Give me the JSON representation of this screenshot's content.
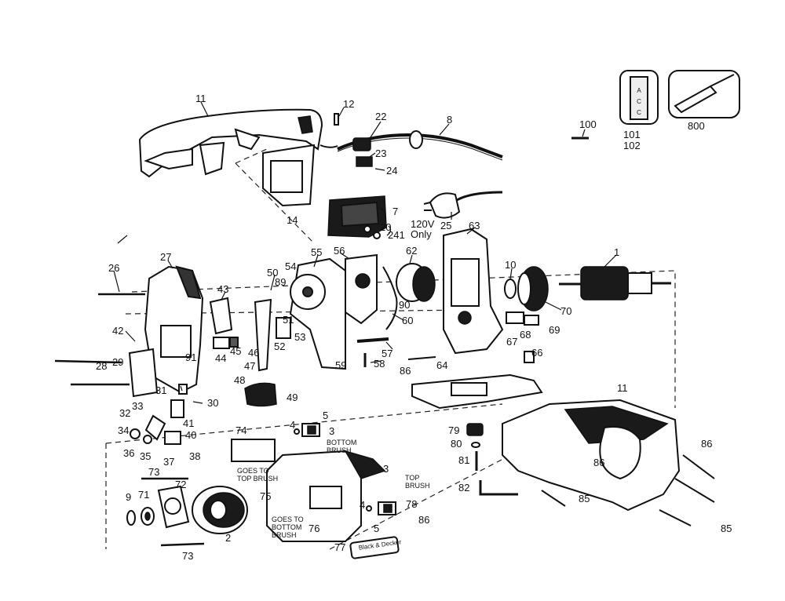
{
  "callouts": {
    "p1": "1",
    "p2": "2",
    "p3": "3",
    "p4": "4",
    "p5": "5",
    "p7": "7",
    "p8": "8",
    "p9": "9",
    "p10": "10",
    "p11": "11",
    "p12": "12",
    "p14": "14",
    "p20": "20",
    "p22": "22",
    "p23": "23",
    "p24": "24",
    "p241": "241",
    "p25": "25",
    "p26": "26",
    "p27": "27",
    "p28": "28",
    "p29": "29",
    "p30": "30",
    "p31": "31",
    "p32": "32",
    "p33": "33",
    "p34": "34",
    "p35": "35",
    "p36": "36",
    "p37": "37",
    "p38": "38",
    "p40": "40",
    "p41": "41",
    "p42": "42",
    "p43": "43",
    "p44": "44",
    "p45": "45",
    "p46": "46",
    "p47": "47",
    "p48": "48",
    "p49": "49",
    "p50": "50",
    "p51": "51",
    "p52": "52",
    "p53": "53",
    "p54": "54",
    "p55": "55",
    "p56": "56",
    "p57": "57",
    "p58": "58",
    "p59": "59",
    "p60": "60",
    "p62": "62",
    "p63": "63",
    "p64": "64",
    "p66": "66",
    "p67": "67",
    "p68": "68",
    "p69": "69",
    "p70": "70",
    "p71": "71",
    "p72": "72",
    "p73": "73",
    "p74": "74",
    "p75": "75",
    "p76": "76",
    "p77": "77",
    "p78": "78",
    "p79": "79",
    "p80": "80",
    "p81": "81",
    "p82": "82",
    "p85": "85",
    "p86": "86",
    "p89": "89",
    "p90": "90",
    "p91": "91",
    "p100": "100",
    "p101": "101",
    "p102": "102",
    "p800": "800"
  },
  "notes": {
    "volt_line1": "120V",
    "volt_line2": "Only",
    "goes_to_top_1": "GOES TO",
    "goes_to_top_2": "TOP BRUSH",
    "goes_to_bottom_1": "GOES TO",
    "goes_to_bottom_2": "BOTTOM",
    "goes_to_bottom_3": "BRUSH",
    "bottom_brush_1": "BOTTOM",
    "bottom_brush_2": "BRUSH",
    "top_brush_1": "TOP",
    "top_brush_2": "BRUSH",
    "acc_label": "ACC",
    "brand_label": "Black & Decker"
  }
}
